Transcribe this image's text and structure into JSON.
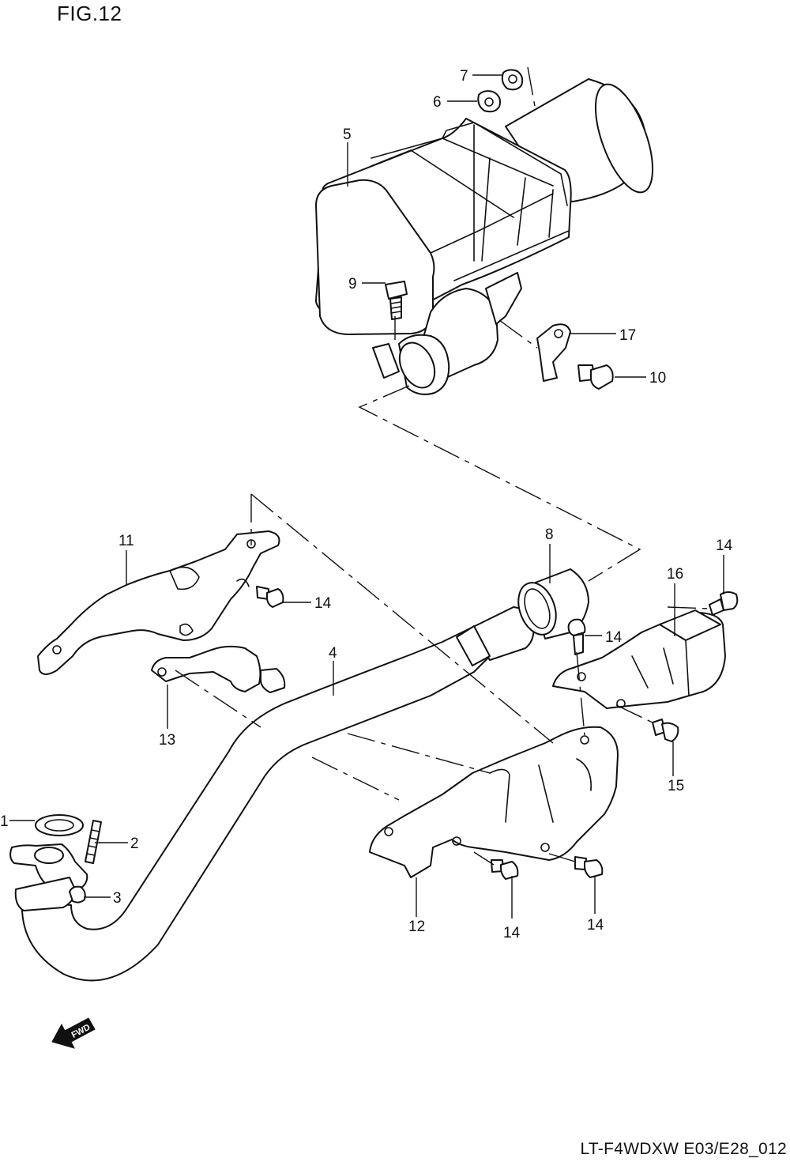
{
  "figure": {
    "title": "FIG.12",
    "footer": "LT-F4WDXW E03/E28_012"
  },
  "callouts": {
    "c1": "1",
    "c2": "2",
    "c3": "3",
    "c4": "4",
    "c5": "5",
    "c6": "6",
    "c7": "7",
    "c8": "8",
    "c9": "9",
    "c10": "10",
    "c11": "11",
    "c12": "12",
    "c13": "13",
    "c14a": "14",
    "c14b": "14",
    "c14c": "14",
    "c14d": "14",
    "c14e": "14",
    "c15": "15",
    "c16": "16",
    "c17": "17"
  },
  "fwd_indicator": {
    "label": "FWD"
  }
}
